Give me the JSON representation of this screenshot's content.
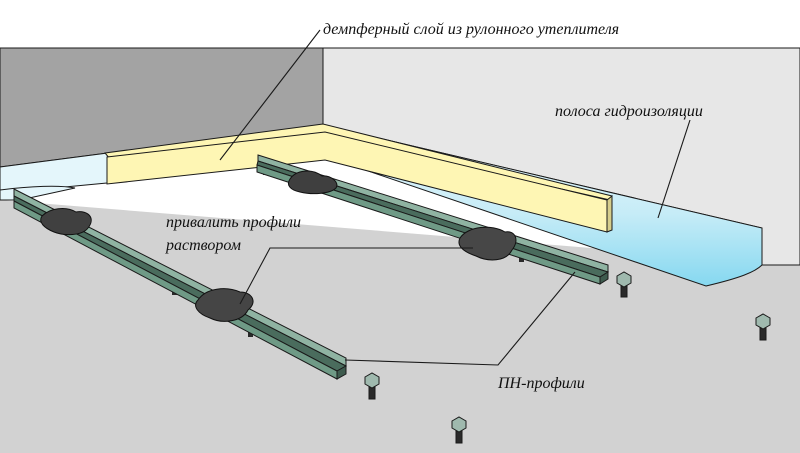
{
  "labels": {
    "damper_layer": "демпферный слой из рулонного утеплителя",
    "waterproof_strip": "полоса гидроизоляции",
    "mortar_line1": "привалить профили",
    "mortar_line2": "раствором",
    "profiles": "ПН-профили"
  },
  "colors": {
    "floor": "#d2d2d2",
    "back_wall": "#a3a3a3",
    "side_wall": "#e7e7e7",
    "waterproofing": "#e4f6fb",
    "waterproofing_glow": "#8fdcf2",
    "insulation": "#fef6b4",
    "profile": "#6f9a86",
    "profile_dark": "#4a6c5d",
    "mortar": "#3d3d3d",
    "anchor": "#9fb9ae",
    "outline": "#1a1a1a"
  }
}
